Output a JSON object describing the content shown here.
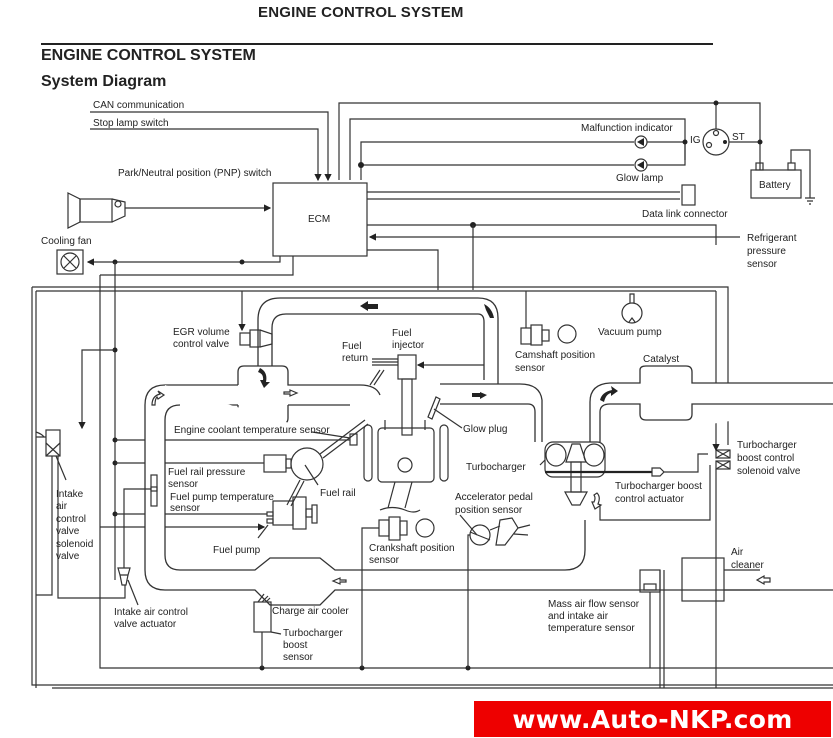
{
  "page": {
    "header": "ENGINE CONTROL SYSTEM",
    "section_title": "ENGINE CONTROL SYSTEM",
    "section_subtitle": "System Diagram"
  },
  "diagram": {
    "ecm_label": "ECM",
    "inputs_top": {
      "can": "CAN communication",
      "stop_lamp": "Stop lamp switch"
    },
    "components": {
      "pnp_switch": "Park/Neutral position (PNP) switch",
      "cooling_fan": "Cooling fan",
      "malfunction_indicator": "Malfunction indicator",
      "glow_lamp": "Glow lamp",
      "ignition_ig": "IG",
      "ignition_st": "ST",
      "battery": "Battery",
      "data_link": "Data link connector",
      "refrigerant": [
        "Refrigerant",
        "pressure",
        "sensor"
      ],
      "egr": [
        "EGR volume",
        "control valve"
      ],
      "fuel_return": [
        "Fuel",
        "return"
      ],
      "fuel_injector": [
        "Fuel",
        "injector"
      ],
      "camshaft": [
        "Camshaft position",
        "sensor"
      ],
      "vacuum_pump": "Vacuum pump",
      "catalyst": "Catalyst",
      "coolant_temp": "Engine coolant temperature sensor",
      "glow_plug": "Glow plug",
      "fuel_rail_pressure": [
        "Fuel rail pressure",
        "sensor"
      ],
      "fuel_rail": "Fuel rail",
      "fuel_pump_temp": [
        "Fuel pump temperature",
        "sensor"
      ],
      "fuel_pump": "Fuel pump",
      "turbocharger": "Turbocharger",
      "turbo_boost_valve": [
        "Turbocharger",
        "boost control",
        "solenoid valve"
      ],
      "turbo_boost_actuator": [
        "Turbocharger boost",
        "control actuator"
      ],
      "accel_pedal": [
        "Accelerator pedal",
        "position sensor"
      ],
      "crankshaft": [
        "Crankshaft position",
        "sensor"
      ],
      "intake_solenoid": [
        "Intake",
        "air",
        "control",
        "valve",
        "solenoid",
        "valve"
      ],
      "intake_actuator": [
        "Intake air control",
        "valve actuator"
      ],
      "charge_air_cooler": "Charge air cooler",
      "turbo_boost_sensor": [
        "Turbocharger",
        "boost",
        "sensor"
      ],
      "maf": [
        "Mass air flow sensor",
        "and intake air",
        "temperature sensor"
      ],
      "air_cleaner": [
        "Air",
        "cleaner"
      ]
    }
  },
  "watermark": "www.Auto-NKP.com",
  "colors": {
    "banner": "#ee0000",
    "line": "#333333"
  }
}
